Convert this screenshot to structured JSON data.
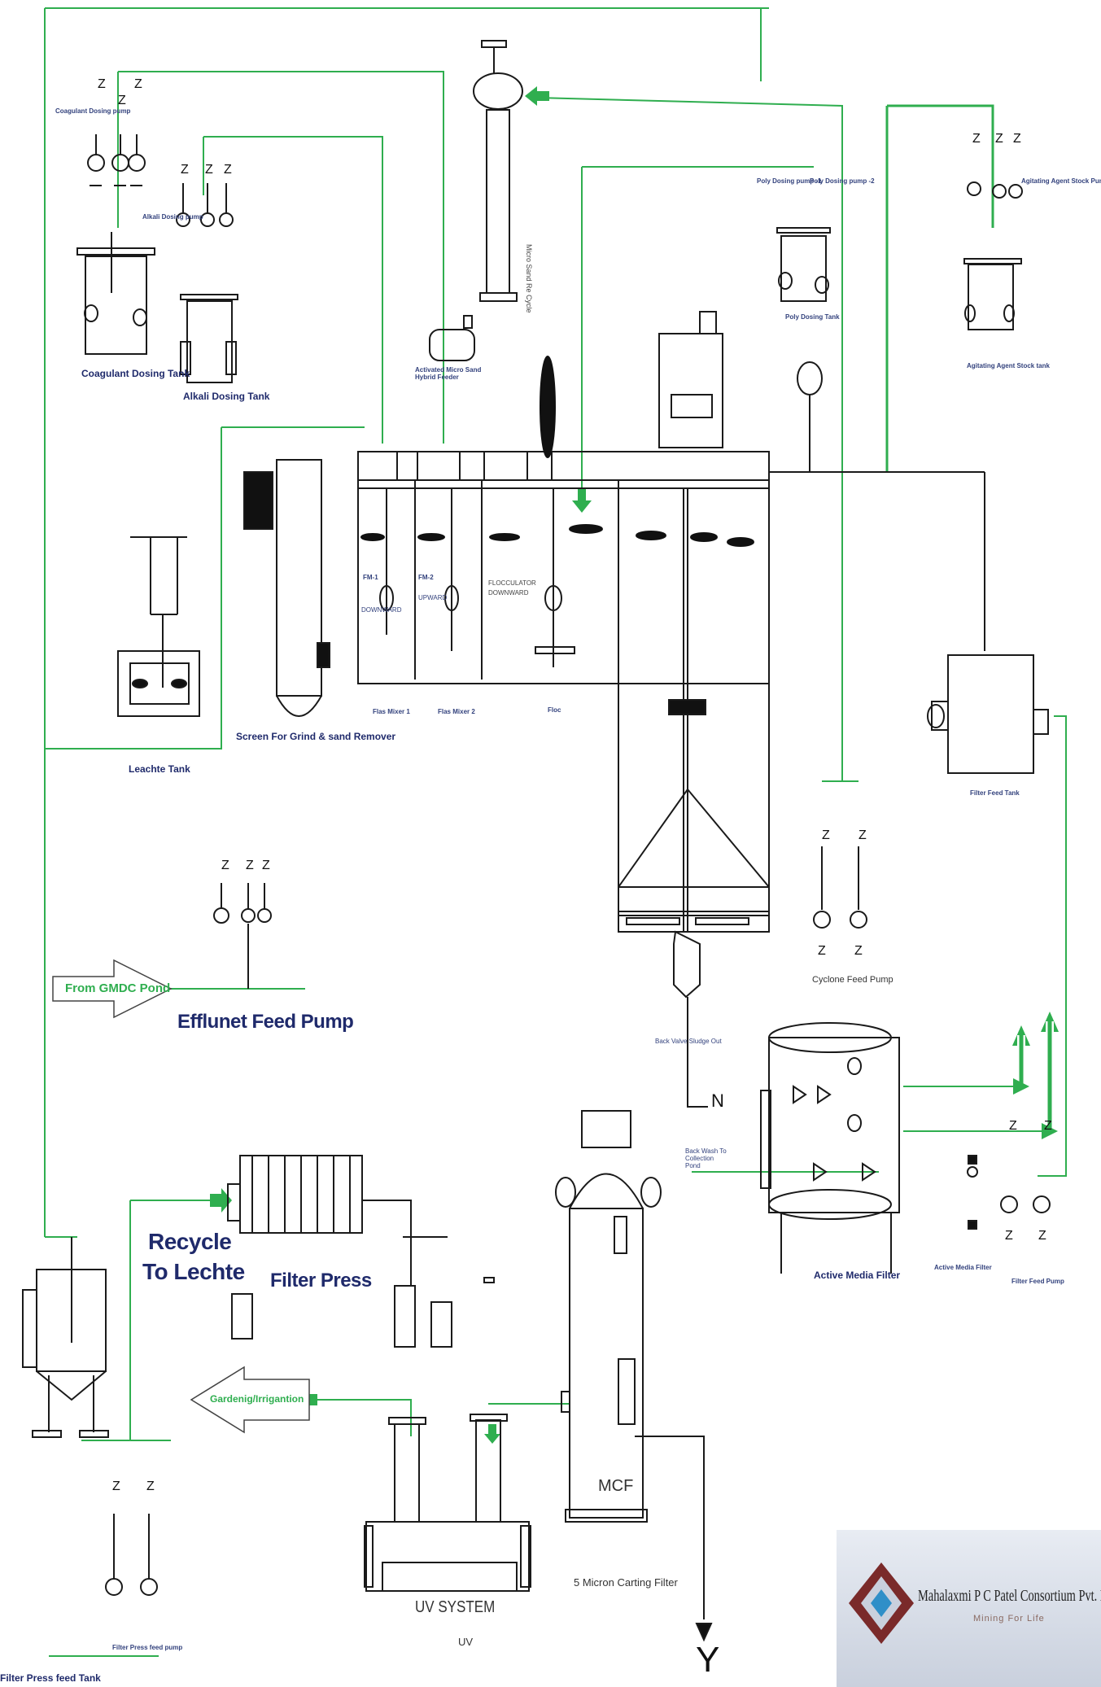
{
  "labels": {
    "coagulant_dosing_pump": "Coagulant Dosing pump",
    "alkali_dosing_pump": "Alkali Dosing pump",
    "coagulant_dosing_tank": "Coagulant Dosing Tank",
    "alkali_dosing_tank": "Alkali Dosing Tank",
    "activated_micro_sand": "Activated Micro Sand Hybrid Feeder",
    "micro_sand_re_cycle": "Micro Sand Re Cycle",
    "poly_dosing_pump_1": "Poly Dosing pump -1",
    "poly_dosing_pump_2": "Poly Dosing pump -2",
    "poly_dosing_tank": "Poly Dosing Tank",
    "agitating_agent_pump": "Agitating Agent Stock Pump",
    "agitating_agent_tank": "Agitating Agent Stock tank",
    "fm1": "FM-1",
    "fm1_sub": "DOWNWARD",
    "fm2": "FM-2",
    "fm2_sub": "UPWARD",
    "flocculator": "FLOCCULATOR",
    "flocculator_sub": "DOWNWARD",
    "flm1": "Flas Mixer 1",
    "flm2": "Flas Mixer 2",
    "floc": "Floc",
    "screen": "Screen For Grind & sand Remover",
    "leachate_tank": "Leachte Tank",
    "filter_feed_tank": "Filter Feed Tank",
    "cyclone_feed_pump": "Cyclone Feed Pump",
    "from_gmdc": "From GMDC Pond",
    "effluent_feed_pump": "Efflunet Feed Pump",
    "backwash_collection": "Back Wash To Collection Pond",
    "active_media_filter": "Active Media Filter",
    "amf_small": "Active Media Filter",
    "filter_feed_pump": "Filter Feed Pump",
    "recycle_1": "Recycle",
    "recycle_2": "To Lechte",
    "filter_press": "Filter Press",
    "gardening": "Gardenig/Irrigantion",
    "uv_system": "UV SYSTEM",
    "uv": "UV",
    "mcf": "MCF",
    "micron_filter": "5 Micron Carting Filter",
    "filter_press_feed_pump": "Filter Press feed pump",
    "filter_press_feed_tank": "Filter Press feed Tank",
    "sludge": "Back Valve Sludge Out",
    "outlet_n": "N",
    "outlet_y": "Y",
    "z": "Z"
  },
  "logo": {
    "company": "Mahalaxmi P C Patel Consortium Pvt. Ltd",
    "tagline": "Mining For Life"
  },
  "colors": {
    "pipe": "#2fae4f",
    "line": "#1a1a1a",
    "label": "#1f2a6b"
  }
}
